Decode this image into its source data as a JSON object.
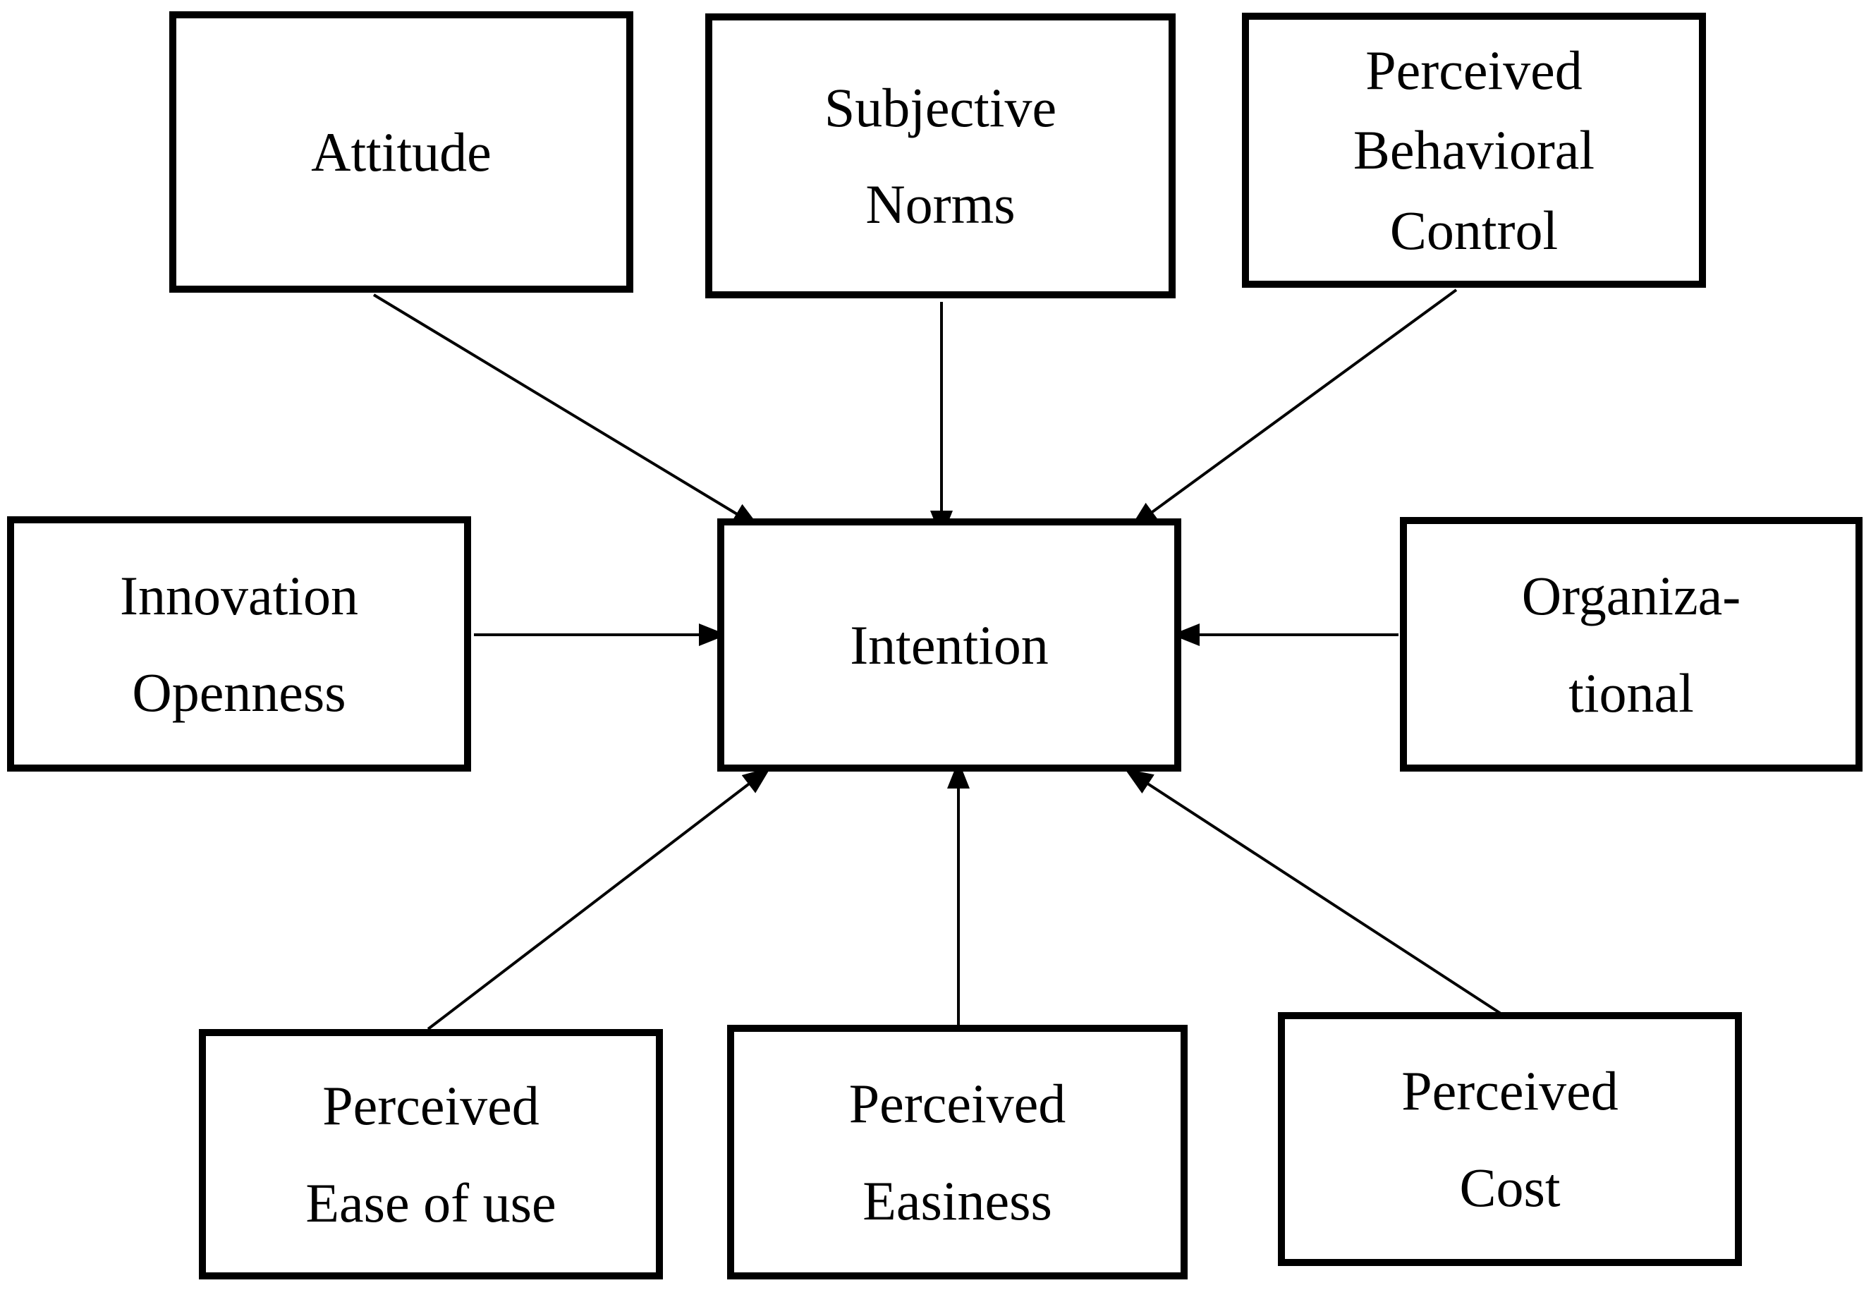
{
  "diagram": {
    "title": "Intention model diagram",
    "background_color": "#ffffff",
    "line_color": "#000000",
    "box_fill_color": "#ffffff",
    "box_border_color": "#000000",
    "center_node": "Intention",
    "nodes": {
      "attitude": {
        "label": "Attitude",
        "lines": [
          "Attitude"
        ]
      },
      "subjective_norms": {
        "label": "Subjective Norms",
        "lines": [
          "Subjective",
          "Norms"
        ]
      },
      "pbc": {
        "label": "Perceived Behavioral Control",
        "lines": [
          "Perceived",
          "Behavioral",
          "Control"
        ]
      },
      "innovation": {
        "label": "Innovation Openness",
        "lines": [
          "Innovation",
          "Openness"
        ]
      },
      "intention": {
        "label": "Intention",
        "lines": [
          "Intention"
        ]
      },
      "organizational": {
        "label": "Organizational",
        "lines": [
          "Organiza-",
          "tional"
        ]
      },
      "ease_of_use": {
        "label": "Perceived Ease of use",
        "lines": [
          "Perceived",
          "Ease of use"
        ]
      },
      "easiness": {
        "label": "Perceived Easiness",
        "lines": [
          "Perceived",
          "Easiness"
        ]
      },
      "cost": {
        "label": "Perceived Cost",
        "lines": [
          "Perceived",
          "Cost"
        ]
      }
    },
    "edges": [
      {
        "from": "Attitude",
        "to": "Intention",
        "direction": "top-left to center"
      },
      {
        "from": "Subjective Norms",
        "to": "Intention",
        "direction": "top to center"
      },
      {
        "from": "Perceived Behavioral Control",
        "to": "Intention",
        "direction": "top-right to center"
      },
      {
        "from": "Innovation Openness",
        "to": "Intention",
        "direction": "left to center"
      },
      {
        "from": "Organizational",
        "to": "Intention",
        "direction": "right to center"
      },
      {
        "from": "Perceived Ease of use",
        "to": "Intention",
        "direction": "bottom-left to center"
      },
      {
        "from": "Perceived Easiness",
        "to": "Intention",
        "direction": "bottom to center"
      },
      {
        "from": "Perceived Cost",
        "to": "Intention",
        "direction": "bottom-right to center"
      }
    ]
  }
}
